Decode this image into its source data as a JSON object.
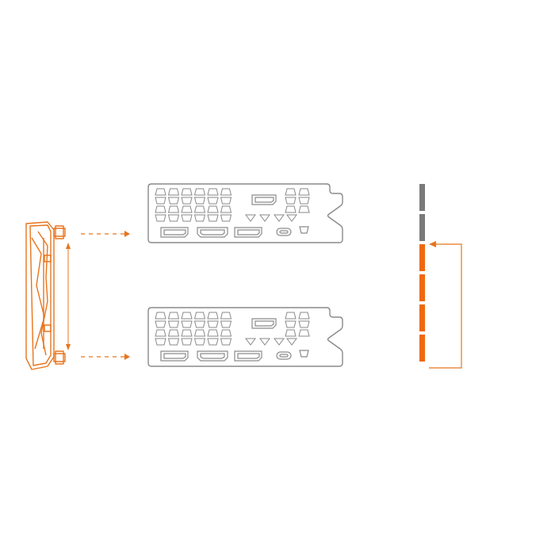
{
  "colors": {
    "accent": "#e8741c",
    "outline": "#8a8a8a",
    "slot_gray": "#7a7a7a",
    "slot_orange": "#ee6a10",
    "background": "#ffffff"
  },
  "card_side_view": {
    "icon": "gpu-side-profile-icon"
  },
  "brackets": [
    {
      "id": "top",
      "ports": [
        "displayport",
        "hdmi",
        "displayport",
        "usb-c",
        "displayport"
      ]
    },
    {
      "id": "bottom",
      "ports": [
        "displayport",
        "hdmi",
        "displayport",
        "usb-c",
        "displayport"
      ]
    }
  ],
  "slot_indicator": {
    "slots": [
      "gray",
      "gray",
      "orange",
      "orange",
      "orange",
      "orange"
    ]
  }
}
